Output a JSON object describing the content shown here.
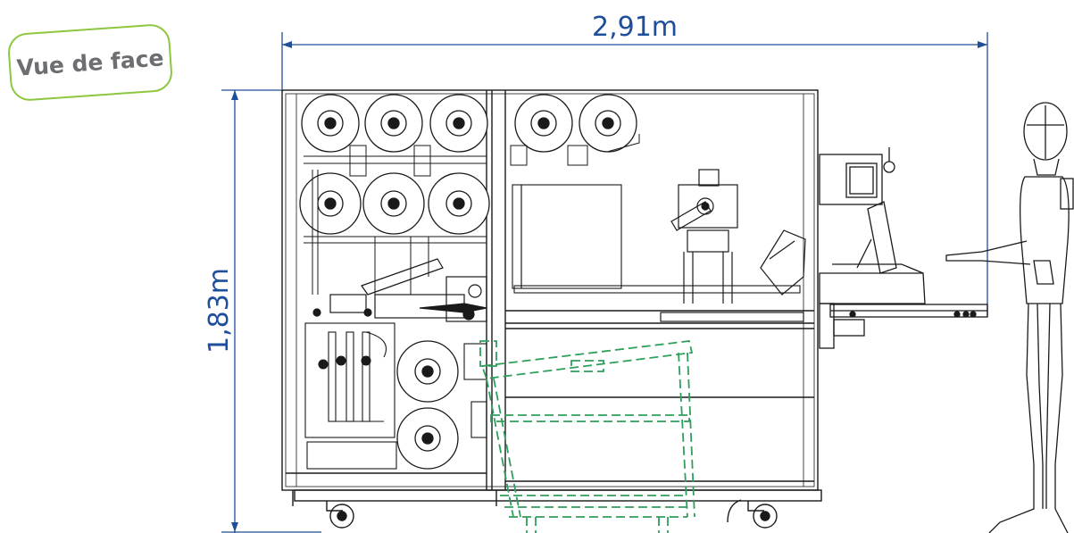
{
  "view_label": "Vue de face",
  "dimensions": {
    "width": "2,91m",
    "height": "1,83m"
  },
  "colors": {
    "dimension_line": "#1f4e9a",
    "machine_line": "#1a1a1a",
    "door_dashed": "#2e9e5b",
    "label_border": "#8dc63f",
    "label_text": "#6d6e71"
  }
}
